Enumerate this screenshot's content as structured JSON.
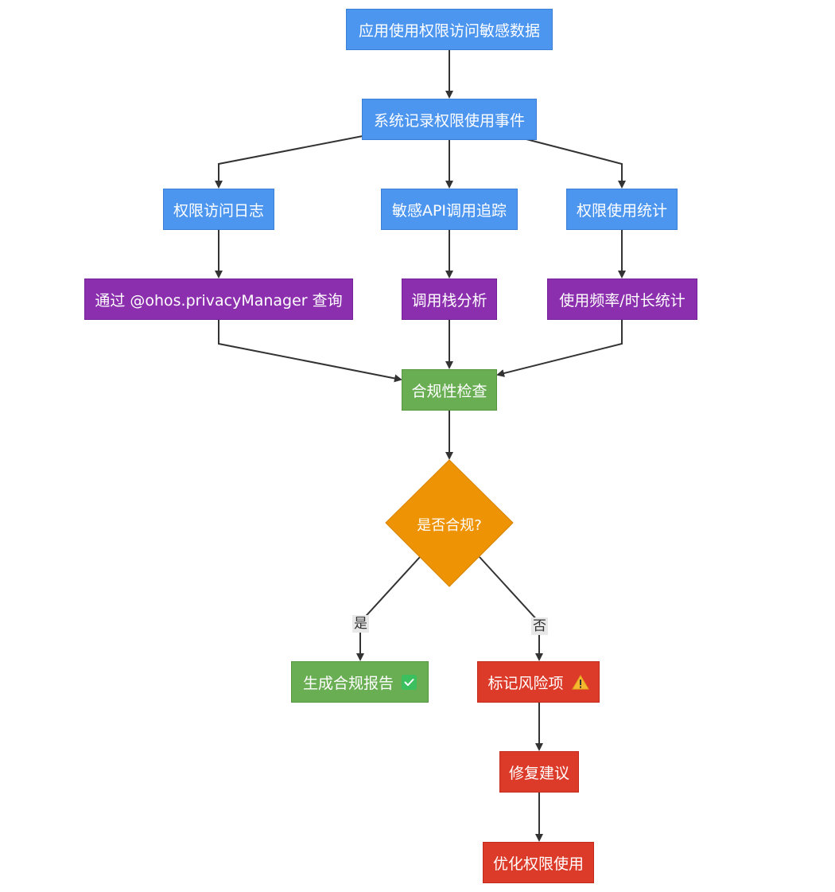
{
  "nodes": {
    "app_access": "应用使用权限访问敏感数据",
    "system_record": "系统记录权限使用事件",
    "access_log": "权限访问日志",
    "api_trace": "敏感API调用追踪",
    "usage_stats": "权限使用统计",
    "query": "通过 @ohos.privacyManager 查询",
    "stack_analysis": "调用栈分析",
    "freq_stats": "使用频率/时长统计",
    "compliance_check": "合规性检查",
    "decision": "是否合规?",
    "report": "生成合规报告",
    "flag_risk": "标记风险项",
    "fix_advice": "修复建议",
    "optimize": "优化权限使用"
  },
  "edge_labels": {
    "yes": "是",
    "no": "否"
  },
  "icons": {
    "report": "check-mark-icon",
    "flag_risk": "warning-icon"
  },
  "colors": {
    "process": "#4d96f0",
    "method": "#8c2fae",
    "pass": "#6aae54",
    "decision": "#ee9303",
    "risk": "#dd3b29",
    "edge": "#333333"
  }
}
